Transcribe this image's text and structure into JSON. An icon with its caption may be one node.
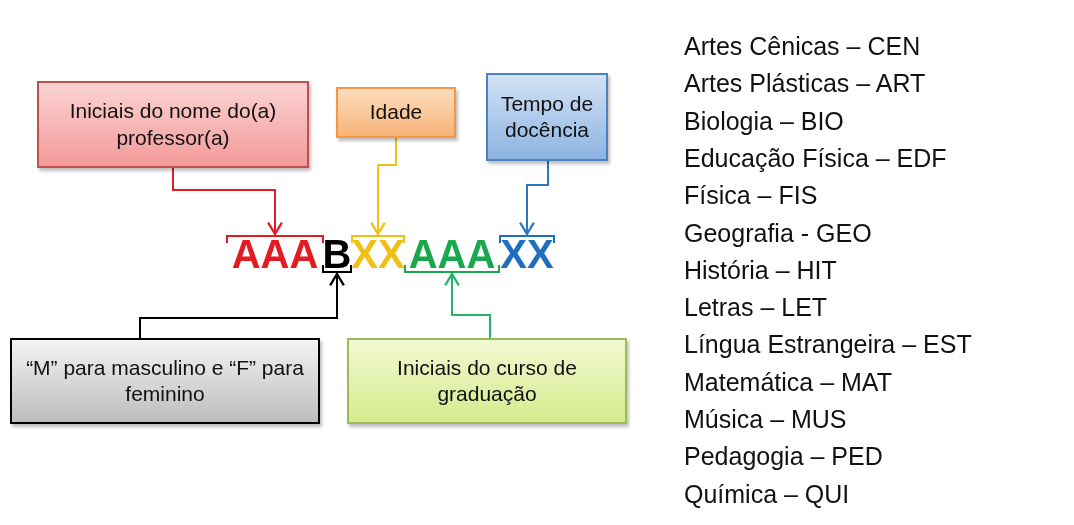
{
  "diagram": {
    "nodes": [
      {
        "text": [
          "Iniciais do nome do(a) professor(a)"
        ]
      },
      {
        "text": [
          "Idade"
        ]
      },
      {
        "text": [
          "Tempo de docência"
        ]
      },
      {
        "text": [
          "“M” para masculino e “F” para feminino"
        ]
      },
      {
        "text": [
          "Iniciais do curso de graduação"
        ]
      },
      {
        "text": [
          "AAA"
        ]
      },
      {
        "text": [
          "B"
        ]
      },
      {
        "text": [
          "XX"
        ]
      },
      {
        "text": [
          "AAA"
        ]
      },
      {
        "text": [
          "XX"
        ]
      }
    ],
    "edges": [
      {
        "from": 0,
        "to": 5,
        "arrow": "to",
        "color": "#e31b23"
      },
      {
        "from": 1,
        "to": 7,
        "arrow": "to",
        "color": "#f2c014"
      },
      {
        "from": 2,
        "to": 9,
        "arrow": "to",
        "color": "#2a78c0"
      },
      {
        "from": 3,
        "to": 6,
        "arrow": "to",
        "color": "#000000"
      },
      {
        "from": 4,
        "to": 8,
        "arrow": "to",
        "color": "#28b46e"
      }
    ],
    "labels": [
      "Artes Cênicas – CEN",
      "Artes Plásticas – ART",
      "Biologia – BIO",
      "Educação Física – EDF",
      "Física – FIS",
      "Geografia - GEO",
      "História – HIT",
      "Letras – LET",
      "Língua Estrangeira – EST",
      "Matemática – MAT",
      "Música – MUS",
      "Pedagogia – PED",
      "Química – QUI"
    ]
  }
}
